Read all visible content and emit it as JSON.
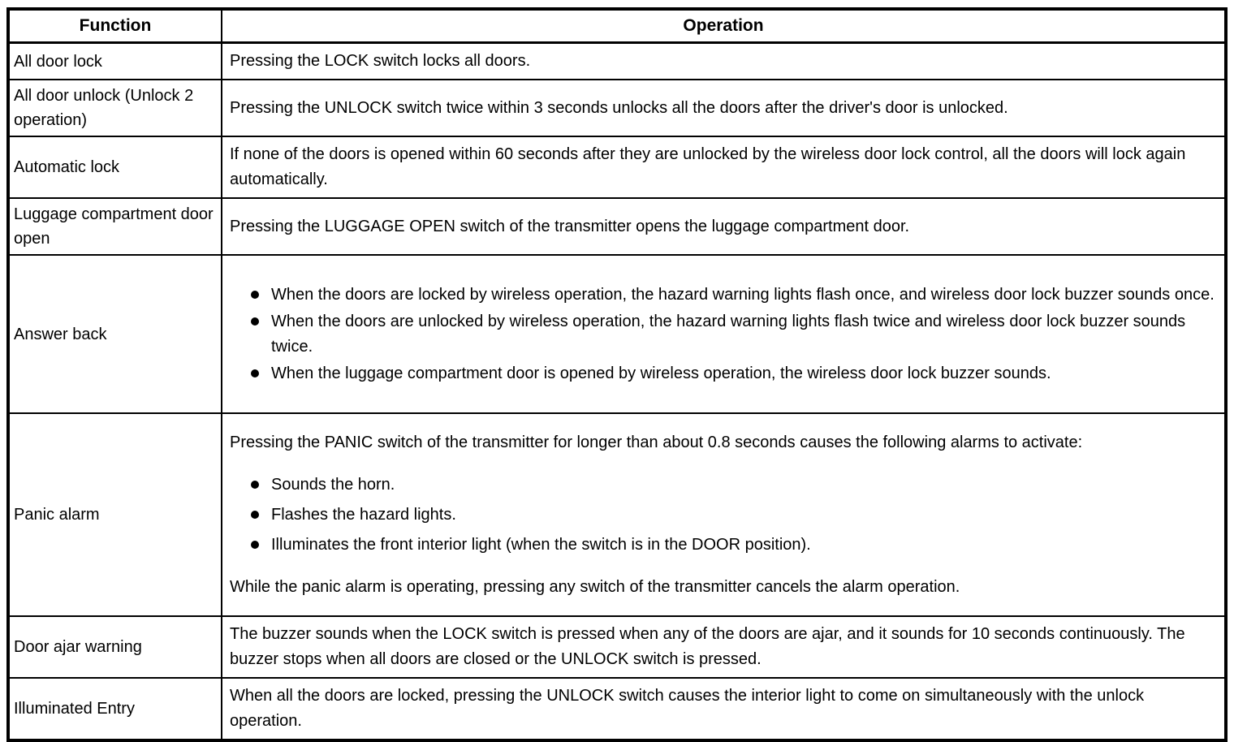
{
  "document": {
    "colors": {
      "border": "#000000",
      "text": "#000000",
      "background": "#ffffff"
    },
    "header": {
      "function": "Function",
      "operation": "Operation"
    },
    "rows": [
      {
        "function": "All door lock",
        "blocks": [
          {
            "type": "p",
            "text": "Pressing the LOCK switch locks all doors."
          }
        ]
      },
      {
        "function": "All door unlock (Unlock 2 operation)",
        "blocks": [
          {
            "type": "p",
            "text": "Pressing the UNLOCK switch twice within 3 seconds unlocks all the doors after the driver's door is unlocked."
          }
        ]
      },
      {
        "function": "Automatic lock",
        "blocks": [
          {
            "type": "p",
            "text": "If none of the doors is opened within 60 seconds after they are unlocked by the wireless door lock control, all the doors will lock again automatically."
          }
        ]
      },
      {
        "function": "Luggage compartment door open",
        "blocks": [
          {
            "type": "p",
            "text": "Pressing the LUGGAGE OPEN switch of the transmitter opens the luggage compartment door."
          }
        ]
      },
      {
        "function": "Answer back",
        "blocks": [
          {
            "type": "bullets",
            "spaced": false,
            "items": [
              "When the doors are locked by wireless operation, the hazard warning lights flash once, and wireless door lock buzzer sounds once.",
              "When the doors are unlocked by wireless operation, the hazard warning lights flash twice and wireless door lock buzzer sounds twice.",
              "When the luggage compartment door is opened by wireless operation, the wireless door lock buzzer sounds."
            ]
          }
        ]
      },
      {
        "function": "Panic alarm",
        "blocks": [
          {
            "type": "p",
            "text": "Pressing the PANIC switch of the transmitter for longer than about 0.8 seconds causes the following alarms to activate:"
          },
          {
            "type": "bullets",
            "spaced": true,
            "items": [
              "Sounds the horn.",
              "Flashes the hazard lights.",
              "Illuminates the front interior light (when the switch is in the DOOR position)."
            ]
          },
          {
            "type": "p",
            "text": "While the panic alarm is operating, pressing any switch of the transmitter cancels the alarm operation."
          }
        ]
      },
      {
        "function": "Door ajar warning",
        "blocks": [
          {
            "type": "p",
            "text": "The buzzer sounds when the LOCK switch is pressed when any of the doors are ajar, and it sounds for 10 seconds continuously. The buzzer stops when all doors are closed or the UNLOCK switch is pressed."
          }
        ]
      },
      {
        "function": "Illuminated Entry",
        "blocks": [
          {
            "type": "p",
            "text": "When all the doors are locked, pressing the UNLOCK switch causes the interior light to come on simultaneously with the unlock operation."
          }
        ]
      }
    ]
  }
}
